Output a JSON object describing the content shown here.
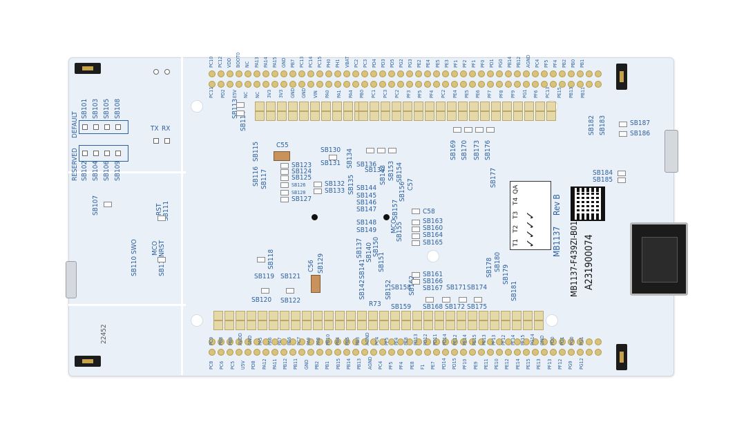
{
  "board": {
    "model": "MB1137",
    "revision": "Rev B",
    "part_number": "MB1137-F439ZI-B01",
    "serial": "A231900074",
    "check_labels": [
      "T1",
      "T2",
      "T3",
      "T4",
      "QA"
    ],
    "check_marks": "✓✓✓✓",
    "code": "22452"
  },
  "silk_left": {
    "default": "DEFAULT",
    "reserved": "RESERVED",
    "tx": "TX",
    "rx": "RX",
    "swo": "SWO",
    "mco": "MCO",
    "nrst": "NRST",
    "rst": "RST",
    "sb101": "SB101",
    "sb102": "SB102",
    "sb103": "SB103",
    "sb104": "SB104",
    "sb105": "SB105",
    "sb106": "SB106",
    "sb108": "SB108",
    "sb109": "SB109",
    "sb107": "SB107",
    "sb110": "SB110",
    "sb111": "SB111",
    "sb112": "SB112"
  },
  "silk_mid": {
    "c55": "C55",
    "c56": "C56",
    "c57": "C57",
    "c58": "C58",
    "r73": "R73",
    "mco2": "MCO",
    "sb113": "SB113",
    "sb114": "SB114",
    "sb115": "SB115",
    "sb116": "SB116",
    "sb117": "SB117",
    "sb118": "SB118",
    "sb119": "SB119",
    "sb120": "SB120",
    "sb121": "SB121",
    "sb122": "SB122",
    "sb123": "SB123",
    "sb124": "SB124",
    "sb125": "SB125",
    "sb126": "SB126",
    "sb127": "SB127",
    "sb128": "SB128",
    "sb129": "SB129",
    "sb130": "SB130",
    "sb131": "SB131",
    "sb132": "SB132",
    "sb133": "SB133",
    "sb134": "SB134",
    "sb135": "SB135",
    "sb136": "SB136",
    "sb137": "SB137",
    "sb139": "SB139",
    "sb140": "SB140",
    "sb141": "SB141",
    "sb142": "SB142",
    "sb143": "SB143",
    "sb144": "SB144",
    "sb145": "SB145",
    "sb146": "SB146",
    "sb147": "SB147",
    "sb148": "SB148",
    "sb149": "SB149",
    "sb150": "SB150",
    "sb151": "SB151",
    "sb152": "SB152",
    "sb153": "SB153",
    "sb154": "SB154",
    "sb155": "SB155",
    "sb156": "SB156",
    "sb157": "SB157",
    "sb158": "SB158",
    "sb159": "SB159",
    "sb160": "SB160",
    "sb161": "SB161",
    "sb162": "SB162",
    "sb163": "SB163",
    "sb164": "SB164",
    "sb165": "SB165",
    "sb166": "SB166",
    "sb167": "SB167",
    "sb168": "SB168",
    "sb169": "SB169",
    "sb170": "SB170",
    "sb171": "SB171",
    "sb172": "SB172",
    "sb173": "SB173",
    "sb174": "SB174",
    "sb175": "SB175",
    "sb176": "SB176",
    "sb177": "SB177",
    "sb178": "SB178",
    "sb179": "SB179",
    "sb180": "SB180",
    "sb181": "SB181",
    "sb182": "SB182",
    "sb183": "SB183",
    "sb184": "SB184",
    "sb185": "SB185",
    "sb186": "SB186",
    "sb187": "SB187"
  },
  "top_row_labels": [
    "PC11",
    "PD2",
    "E5V",
    "NC",
    "NC",
    "3V3",
    "3V3",
    "GND",
    "GND",
    "VIN",
    "PA0",
    "PA1",
    "PA4",
    "PB0",
    "PC1",
    "PC3",
    "PC2",
    "PF3",
    "PF5",
    "PF4",
    "PC2",
    "PE4",
    "PE5",
    "PE6",
    "PF7",
    "PF8",
    "PF9",
    "PG1",
    "PF6",
    "PC13",
    "PE15",
    "PB13",
    "PB11"
  ],
  "top_row2_labels": [
    "PC10",
    "PC12",
    "VDD",
    "BOOT0",
    "NC",
    "PA13",
    "PA14",
    "PA15",
    "GND",
    "PB7",
    "PC13",
    "PC14",
    "PC15",
    "PH0",
    "PH1",
    "VBAT",
    "PC2",
    "PC3",
    "PD4",
    "PD3",
    "PD5",
    "PG2",
    "PG3",
    "PE2",
    "PE4",
    "PE5",
    "PE3",
    "PF1",
    "PF2",
    "PF1",
    "PF0",
    "PD1",
    "PG0",
    "PB14",
    "PB12",
    "AGND",
    "PC4",
    "PF5",
    "PF4",
    "PB2",
    "PB0",
    "PB1"
  ],
  "bottom_row_labels": [
    "PC9",
    "PB8",
    "PB9",
    "AVDD",
    "GND",
    "PA5",
    "PA6",
    "PA7",
    "PB6",
    "PC7",
    "PA9",
    "PA8",
    "PB10",
    "PB4",
    "PB5",
    "PB3",
    "AGND",
    "PC4",
    "PF5",
    "PF4",
    "PE8",
    "PD13",
    "PD12",
    "PD11",
    "PD14",
    "PE12",
    "PE14",
    "PE15",
    "PE13",
    "PF13",
    "PF12",
    "PF14",
    "PF15",
    "PG14",
    "GND",
    "PD0",
    "PD1",
    "PG0",
    "PG1"
  ],
  "bottom_row2_labels": [
    "PC8",
    "PC6",
    "PC5",
    "U5V",
    "PD8",
    "PA12",
    "PA11",
    "PB12",
    "PB11",
    "GND",
    "PB2",
    "PB1",
    "PB15",
    "PB14",
    "PB13",
    "AGND",
    "PC4",
    "PF5",
    "PF4",
    "PE8",
    "F1",
    "PE7",
    "PD14",
    "PD15",
    "PF10",
    "PE9",
    "PE11",
    "PE10",
    "PE12",
    "PE14",
    "PE15",
    "PE13",
    "PF13",
    "PF12",
    "PG9",
    "PG12"
  ]
}
